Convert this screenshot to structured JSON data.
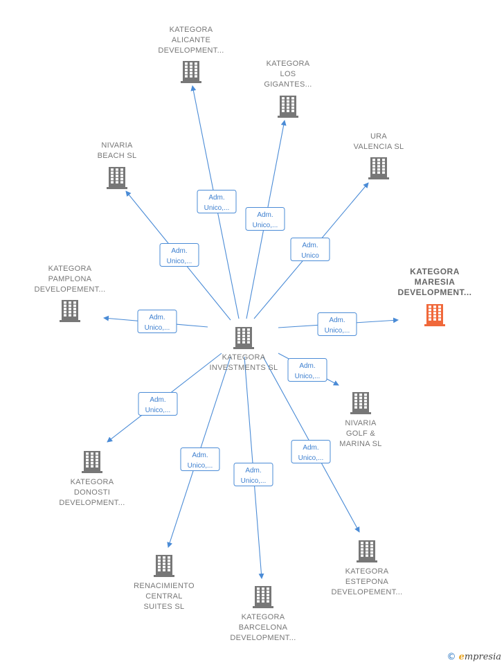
{
  "colors": {
    "node": "#777777",
    "focus": "#f0683a",
    "edge": "#4a8bd6"
  },
  "icons": {
    "node": "building-icon"
  },
  "center": {
    "id": "center",
    "lines": [
      "KATEGORA",
      "INVESTMENTS SL"
    ]
  },
  "nodes": [
    {
      "id": "alicante",
      "lines": [
        "KATEGORA",
        "ALICANTE",
        "DEVELOPMENT..."
      ]
    },
    {
      "id": "gigantes",
      "lines": [
        "KATEGORA",
        "LOS",
        "GIGANTES..."
      ]
    },
    {
      "id": "ura",
      "lines": [
        "URA",
        "VALENCIA  SL"
      ]
    },
    {
      "id": "nivaria-beach",
      "lines": [
        "NIVARIA",
        "BEACH  SL"
      ]
    },
    {
      "id": "maresia",
      "focus": true,
      "lines": [
        "KATEGORA",
        "MARESIA",
        "DEVELOPMENT..."
      ]
    },
    {
      "id": "pamplona",
      "lines": [
        "KATEGORA",
        "PAMPLONA",
        "DEVELOPEMENT..."
      ]
    },
    {
      "id": "nivaria-golf",
      "lines": [
        "NIVARIA",
        "GOLF &",
        "MARINA  SL"
      ]
    },
    {
      "id": "donosti",
      "lines": [
        "KATEGORA",
        "DONOSTI",
        "DEVELOPMENT..."
      ]
    },
    {
      "id": "estepona",
      "lines": [
        "KATEGORA",
        "ESTEPONA",
        "DEVELOPEMENT..."
      ]
    },
    {
      "id": "renacimiento",
      "lines": [
        "RENACIMIENTO",
        "CENTRAL",
        "SUITES  SL"
      ]
    },
    {
      "id": "barcelona",
      "lines": [
        "KATEGORA",
        "BARCELONA",
        "DEVELOPMENT..."
      ]
    }
  ],
  "edges": [
    {
      "to": "alicante",
      "lines": [
        "Adm.",
        "Unico,..."
      ]
    },
    {
      "to": "gigantes",
      "lines": [
        "Adm.",
        "Unico,..."
      ]
    },
    {
      "to": "ura",
      "lines": [
        "Adm.",
        "Unico"
      ]
    },
    {
      "to": "nivaria-beach",
      "lines": [
        "Adm.",
        "Unico,..."
      ]
    },
    {
      "to": "maresia",
      "lines": [
        "Adm.",
        "Unico,..."
      ]
    },
    {
      "to": "pamplona",
      "lines": [
        "Adm.",
        "Unico,..."
      ]
    },
    {
      "to": "nivaria-golf",
      "lines": [
        "Adm.",
        "Unico,..."
      ]
    },
    {
      "to": "donosti",
      "lines": [
        "Adm.",
        "Unico,..."
      ]
    },
    {
      "to": "estepona",
      "lines": [
        "Adm.",
        "Unico,..."
      ]
    },
    {
      "to": "renacimiento",
      "lines": [
        "Adm.",
        "Unico,..."
      ]
    },
    {
      "to": "barcelona",
      "lines": [
        "Adm.",
        "Unico,..."
      ]
    }
  ],
  "watermark": {
    "symbol": "©",
    "brand_initial": "e",
    "brand_rest": "mpresia"
  }
}
